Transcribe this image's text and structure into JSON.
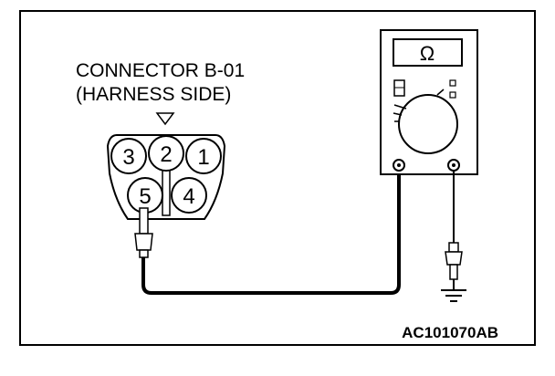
{
  "connector": {
    "title": "CONNECTOR B-01",
    "subtitle": "(HARNESS SIDE)",
    "pins": [
      "1",
      "2",
      "3",
      "4",
      "5"
    ]
  },
  "meter": {
    "symbol": "Ω",
    "icon": "multimeter-icon"
  },
  "ground": {
    "icon": "ground-symbol-icon"
  },
  "figure_id": "AC101070AB",
  "colors": {
    "ink": "#000000",
    "background": "#ffffff"
  }
}
